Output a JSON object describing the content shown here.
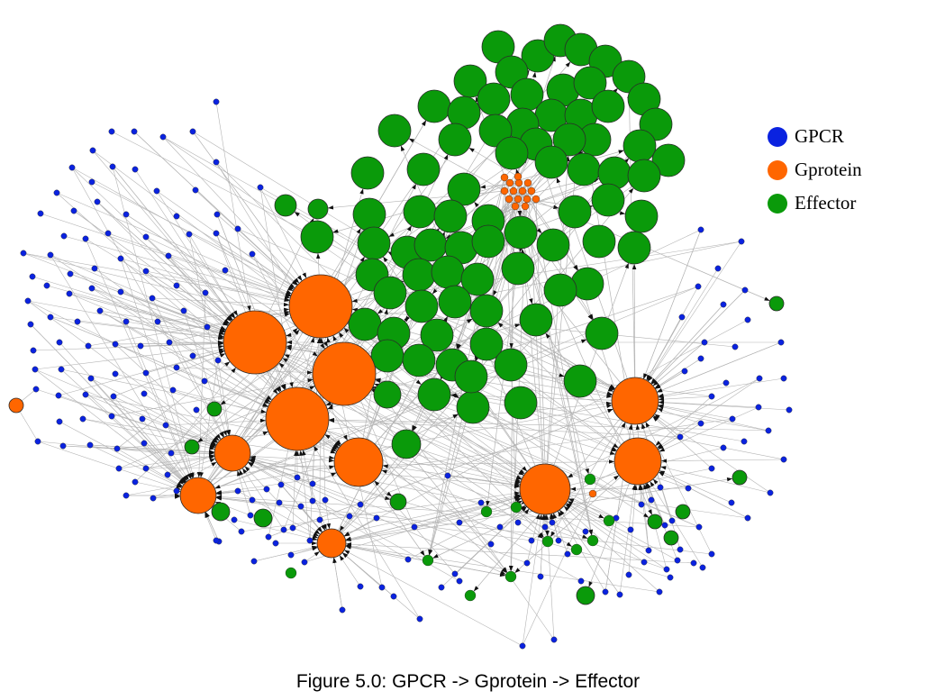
{
  "caption": "Figure 5.0: GPCR -> Gprotein -> Effector",
  "legend": [
    {
      "label": "GPCR",
      "color": "#0a22e0"
    },
    {
      "label": "Gprotein",
      "color": "#ff6600"
    },
    {
      "label": "Effector",
      "color": "#0a9a0a"
    }
  ],
  "colors": {
    "edge": "#b4b4b4",
    "arrow": "#111111",
    "node_stroke": "#2a2a2a"
  }
}
